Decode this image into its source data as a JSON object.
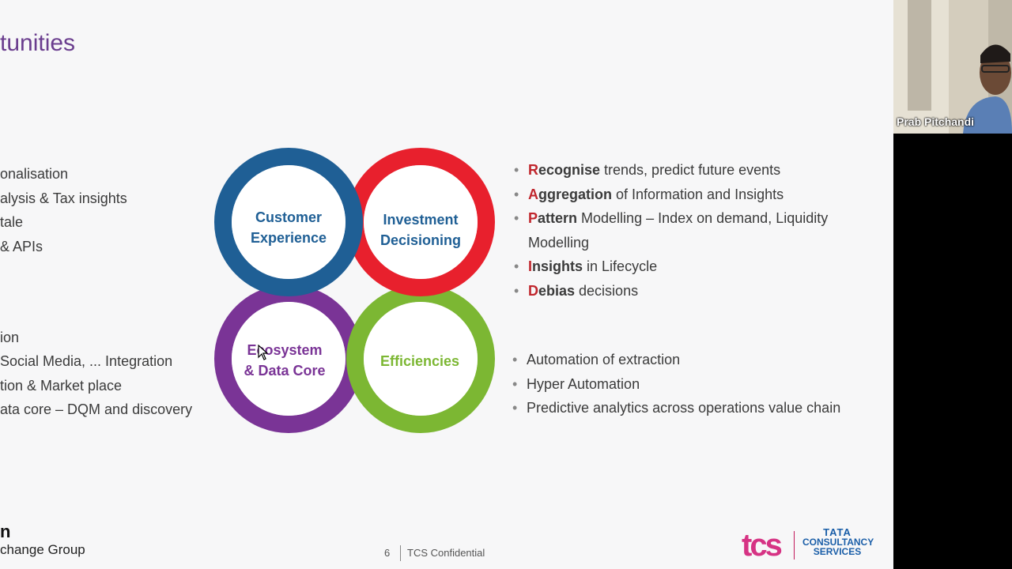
{
  "slide": {
    "title": "tunities",
    "left_top_lines": [
      "onalisation",
      "alysis & Tax insights",
      "tale",
      "& APIs"
    ],
    "left_bottom_lines": [
      "ion",
      "Social Media, ... Integration",
      "tion & Market place",
      "ata core – DQM and discovery"
    ],
    "rings": {
      "customer_experience": [
        "Customer",
        "Experience"
      ],
      "investment_decisioning": [
        "Investment",
        "Decisioning"
      ],
      "ecosystem_data_core": [
        "Ecosystem",
        "& Data Core"
      ],
      "efficiencies": "Efficiencies"
    },
    "investment_bullets": [
      {
        "first": "R",
        "rest_bold": "ecognise",
        "text": " trends, predict future events"
      },
      {
        "first": "A",
        "rest_bold": "ggregation",
        "text": " of Information and Insights"
      },
      {
        "first": "P",
        "rest_bold": "attern",
        "text": " Modelling – Index on demand, Liquidity Modelling"
      },
      {
        "first": "I",
        "rest_bold": "nsights",
        "text": " in Lifecycle"
      },
      {
        "first": "D",
        "rest_bold": "ebias",
        "text": " decisions"
      }
    ],
    "efficiency_bullets": [
      "Automation of extraction",
      "Hyper Automation",
      "Predictive analytics across operations value chain"
    ],
    "bullet_glyph": "•",
    "footer": {
      "page_number": "6",
      "confidential": "TCS Confidential",
      "left_brand_fragment": "n",
      "left_brand_group": "change Group",
      "tcs_logo": "tcs",
      "tata_name": [
        "TATA",
        "CONSULTANCY",
        "SERVICES"
      ]
    }
  },
  "video": {
    "participant_name": "Prab Pitchandi"
  },
  "colors": {
    "title_purple": "#6a3d8e",
    "ring_blue": "#1f5f95",
    "ring_red": "#e8202d",
    "ring_purple": "#7a3496",
    "ring_green": "#7cb733",
    "keyword_red": "#c0262d",
    "tcs_pink": "#d63384",
    "tata_blue": "#1a5ea8"
  }
}
